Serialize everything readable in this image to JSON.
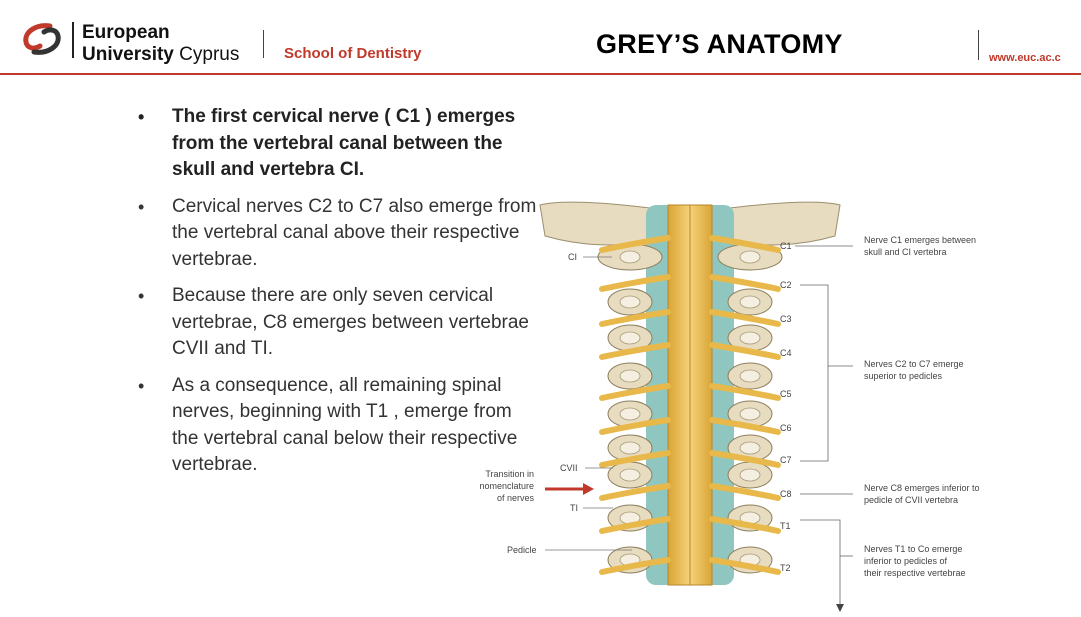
{
  "header": {
    "brand_line1": "European",
    "brand_line2_bold": "University",
    "brand_line2_rest": " Cyprus",
    "school": "School of Dentistry",
    "title": "GREY’S ANATOMY",
    "url": "www.euc.ac.c"
  },
  "bullets": [
    {
      "text": "The first cervical nerve ( C1 ) emerges from the vertebral canal between the skull and vertebra CI.",
      "emphasis": true
    },
    {
      "text": "Cervical nerves C2 to C7 also emerge from the vertebral canal above their respective vertebrae.",
      "emphasis": false
    },
    {
      "text": "Because there are only seven cervical vertebrae, C8 emerges between vertebrae CVII and TI.",
      "emphasis": false
    },
    {
      "text": "As a consequence, all remaining spinal nerves, beginning with T1 , emerge from the vertebral canal below their respective vertebrae.",
      "emphasis": false
    }
  ],
  "figure": {
    "nerve_labels": [
      "C1",
      "C2",
      "C3",
      "C4",
      "C5",
      "C6",
      "C7",
      "C8",
      "T1",
      "T2"
    ],
    "vertebra_labels": {
      "ci": "CI",
      "cvii": "CVII",
      "ti": "TI",
      "pedicle": "Pedicle"
    },
    "transition_label": [
      "Transition in",
      "nomenclature",
      "of nerves"
    ],
    "notes": {
      "c1": [
        "Nerve C1 emerges between",
        "skull and CI vertebra"
      ],
      "c2_c7": [
        "Nerves C2 to C7 emerge",
        "superior to pedicles"
      ],
      "c8": [
        "Nerve C8 emerges inferior to",
        "pedicle of CVII vertebra"
      ],
      "t1_co": [
        "Nerves T1 to Co emerge",
        "inferior to pedicles of",
        "their respective vertebrae"
      ]
    },
    "colors": {
      "accent": "#c0392b",
      "nerve": "#e8b84a",
      "canal": "#8fc7c0",
      "bone": "#e7dcc0"
    }
  }
}
